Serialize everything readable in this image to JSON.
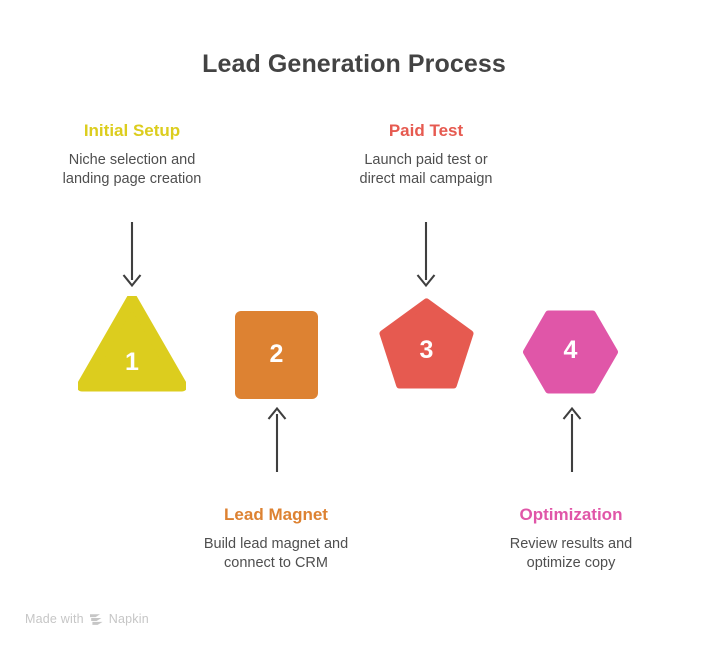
{
  "title": "Lead Generation Process",
  "colors": {
    "background": "#ffffff",
    "title_text": "#434343",
    "description_text": "#4f4f4f",
    "arrow": "#3f3f3f",
    "watermark": "#c6c6c6",
    "step1": "#DCCD1E",
    "step2": "#DD8232",
    "step3": "#E65A50",
    "step4": "#E056A8"
  },
  "steps": [
    {
      "number": "1",
      "heading": "Initial Setup",
      "description": "Niche selection and\nlanding page creation",
      "shape": "triangle",
      "color": "#DCCD1E",
      "label_position": "above",
      "arrow_direction": "down"
    },
    {
      "number": "2",
      "heading": "Lead Magnet",
      "description": "Build lead magnet and\nconnect to CRM",
      "shape": "square",
      "color": "#DD8232",
      "label_position": "below",
      "arrow_direction": "up"
    },
    {
      "number": "3",
      "heading": "Paid Test",
      "description": "Launch paid test or\ndirect mail campaign",
      "shape": "pentagon",
      "color": "#E65A50",
      "label_position": "above",
      "arrow_direction": "down"
    },
    {
      "number": "4",
      "heading": "Optimization",
      "description": "Review results and\noptimize copy",
      "shape": "hexagon",
      "color": "#E056A8",
      "label_position": "below",
      "arrow_direction": "up"
    }
  ],
  "watermark": {
    "prefix": "Made with",
    "brand": "Napkin"
  }
}
